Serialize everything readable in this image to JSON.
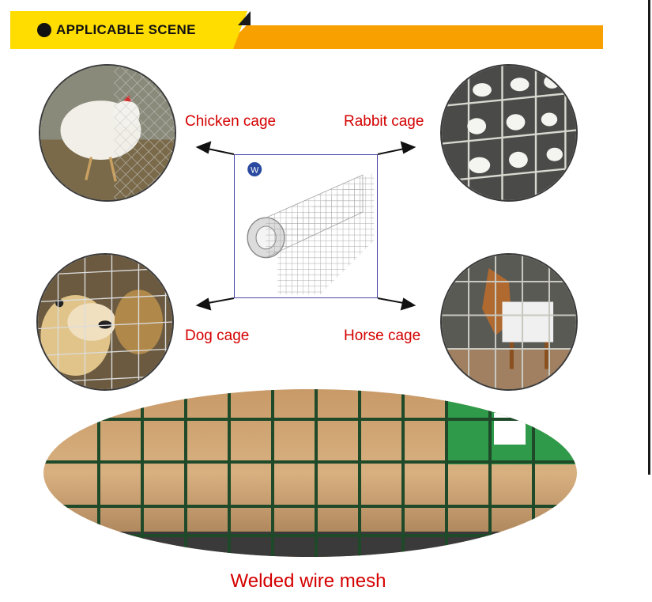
{
  "header": {
    "title": "APPLICABLE SCENE"
  },
  "scenes": {
    "chicken": {
      "label": "Chicken cage"
    },
    "rabbit": {
      "label": "Rabbit cage"
    },
    "dog": {
      "label": "Dog cage"
    },
    "horse": {
      "label": "Horse cage"
    }
  },
  "product": {
    "logo_letter": "W"
  },
  "footer": {
    "caption": "Welded wire mesh"
  },
  "colors": {
    "banner_yellow": "#ffdd00",
    "banner_orange": "#f7a000",
    "label_red": "#d40000",
    "frame_blue": "#4a4aa8"
  }
}
